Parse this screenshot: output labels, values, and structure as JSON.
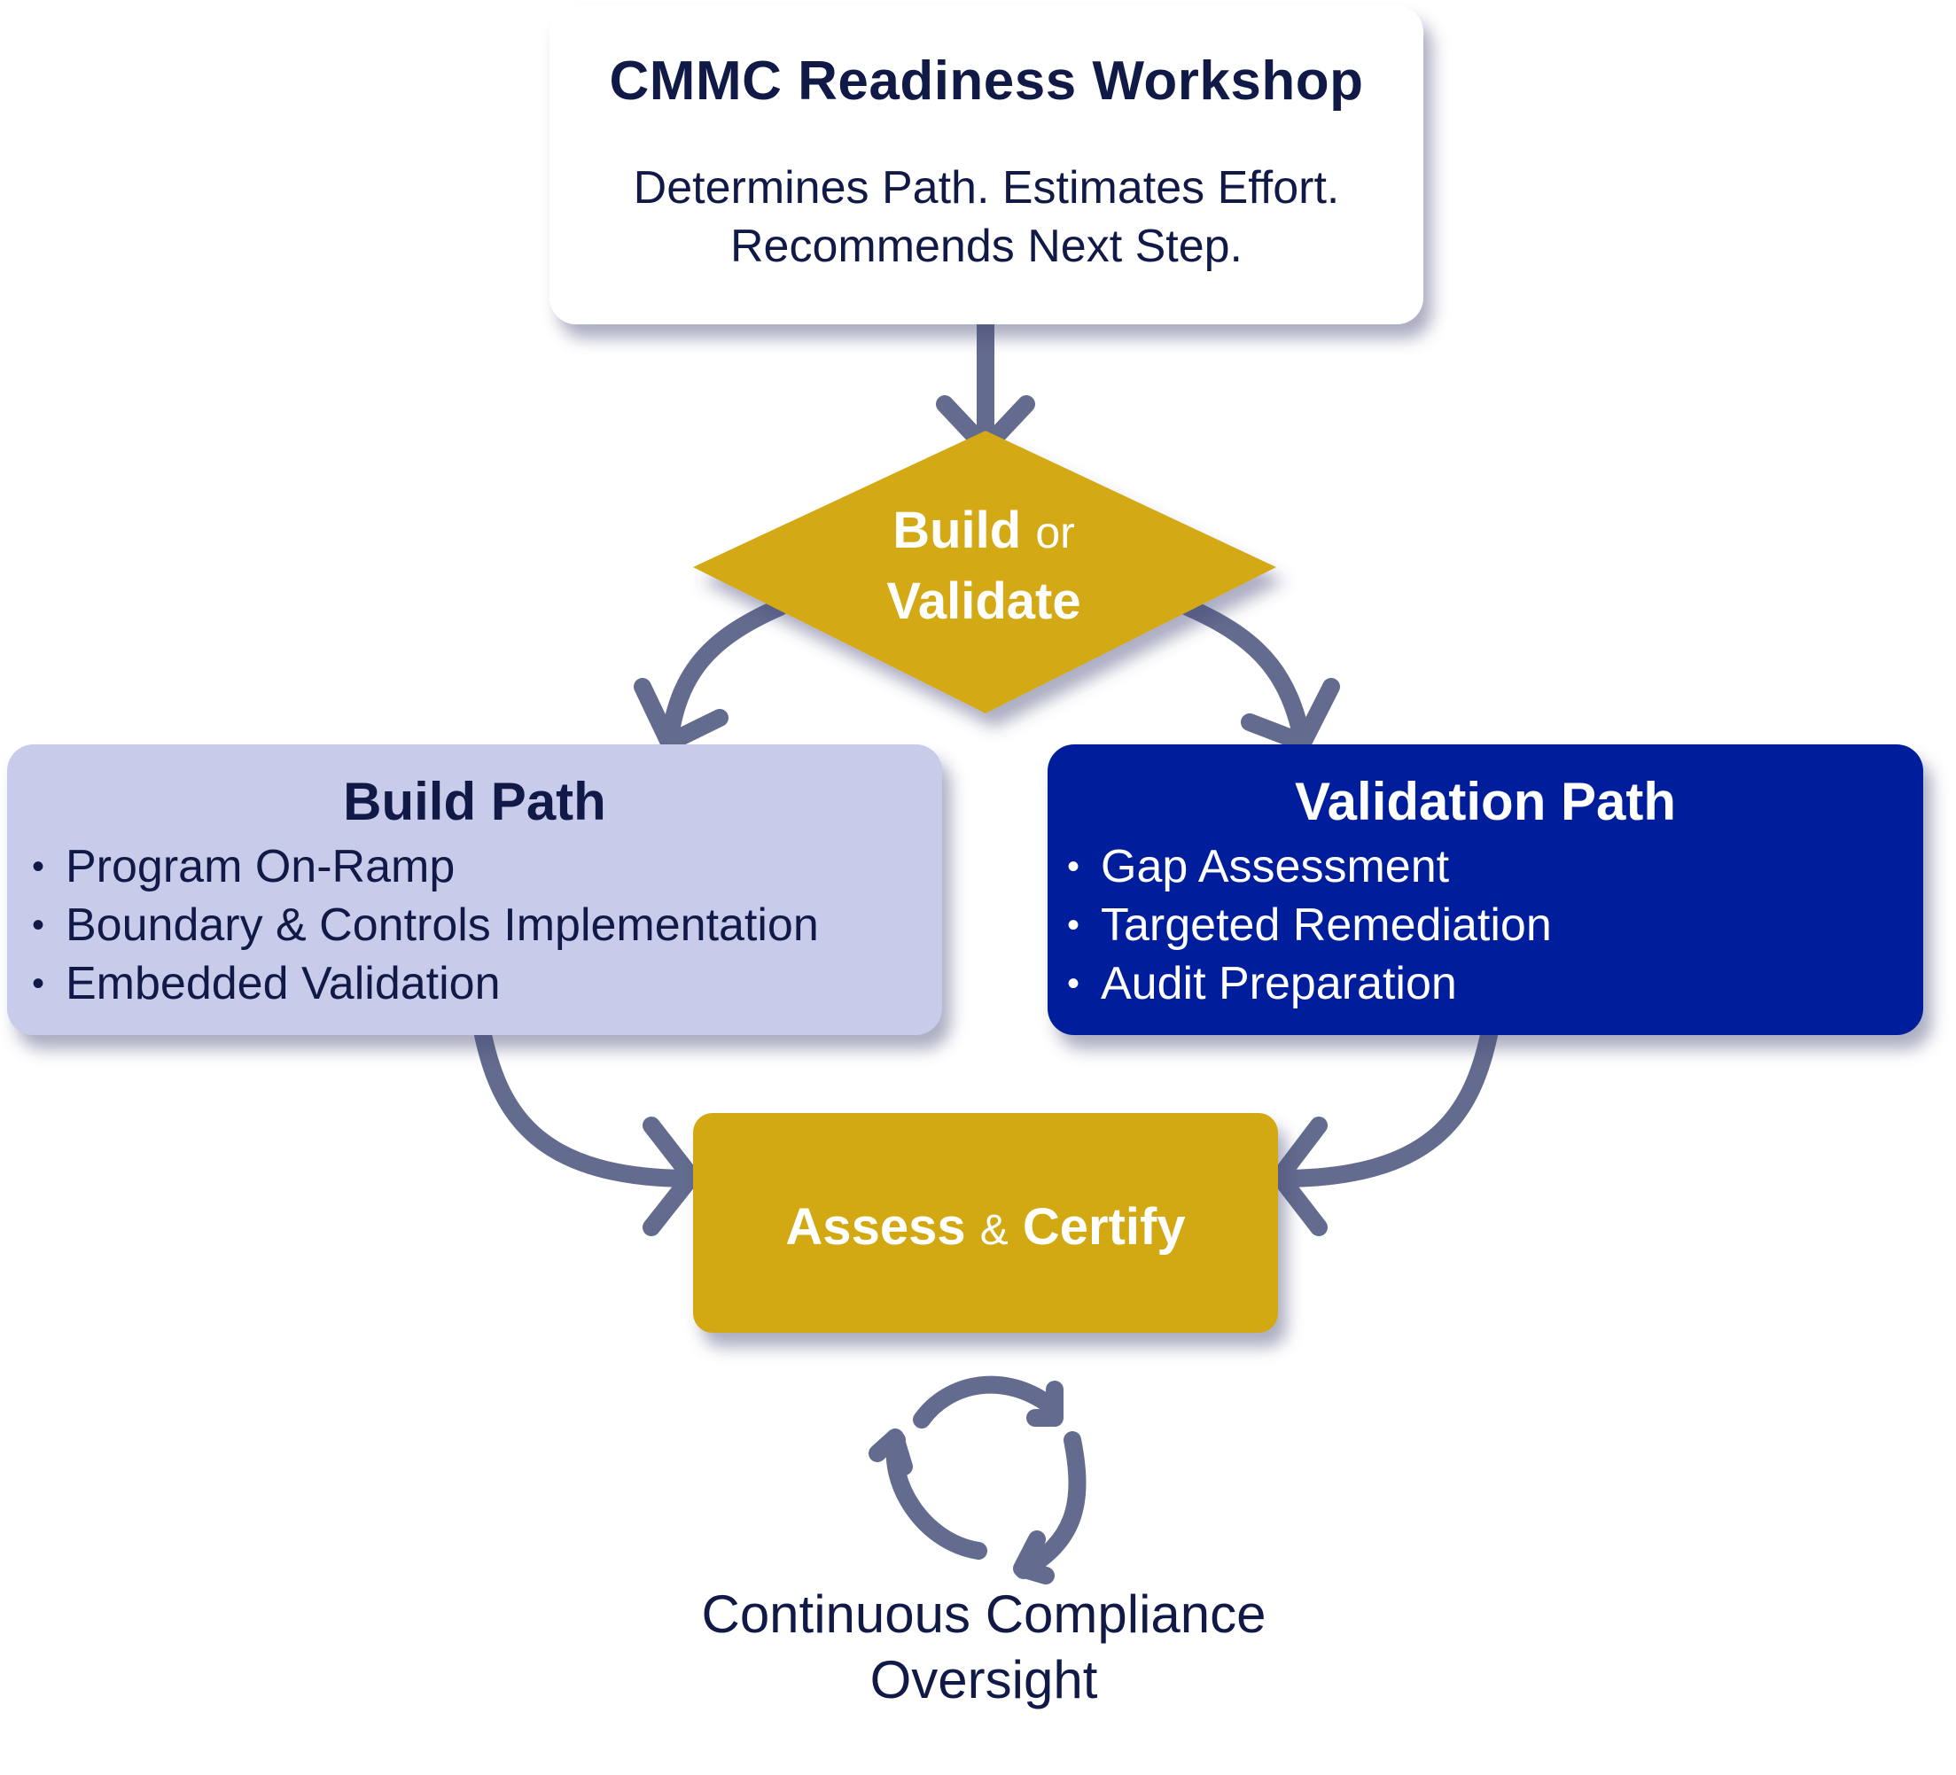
{
  "workshop": {
    "title": "CMMC Readiness Workshop",
    "subtitle_line1": "Determines Path. Estimates Effort.",
    "subtitle_line2": "Recommends Next Step."
  },
  "decision": {
    "word1": "Build",
    "connector": "or",
    "word2": "Validate",
    "color": "#d3a913"
  },
  "build_path": {
    "title": "Build Path",
    "items": [
      "Program On-Ramp",
      "Boundary & Controls Implementation",
      "Embedded Validation"
    ],
    "color": "#c8cbe9"
  },
  "validation_path": {
    "title": "Validation Path",
    "items": [
      "Gap Assessment",
      "Targeted Remediation",
      "Audit Preparation"
    ],
    "color": "#001e9c"
  },
  "assess": {
    "word1": "Assess",
    "connector": "&",
    "word2": "Certify",
    "color": "#d3a913"
  },
  "oversight": {
    "icon": "cycle-arrows-icon",
    "line1": "Continuous Compliance",
    "line2": "Oversight"
  },
  "colors": {
    "arrow": "#636b8e",
    "text_dark": "#111a47"
  }
}
